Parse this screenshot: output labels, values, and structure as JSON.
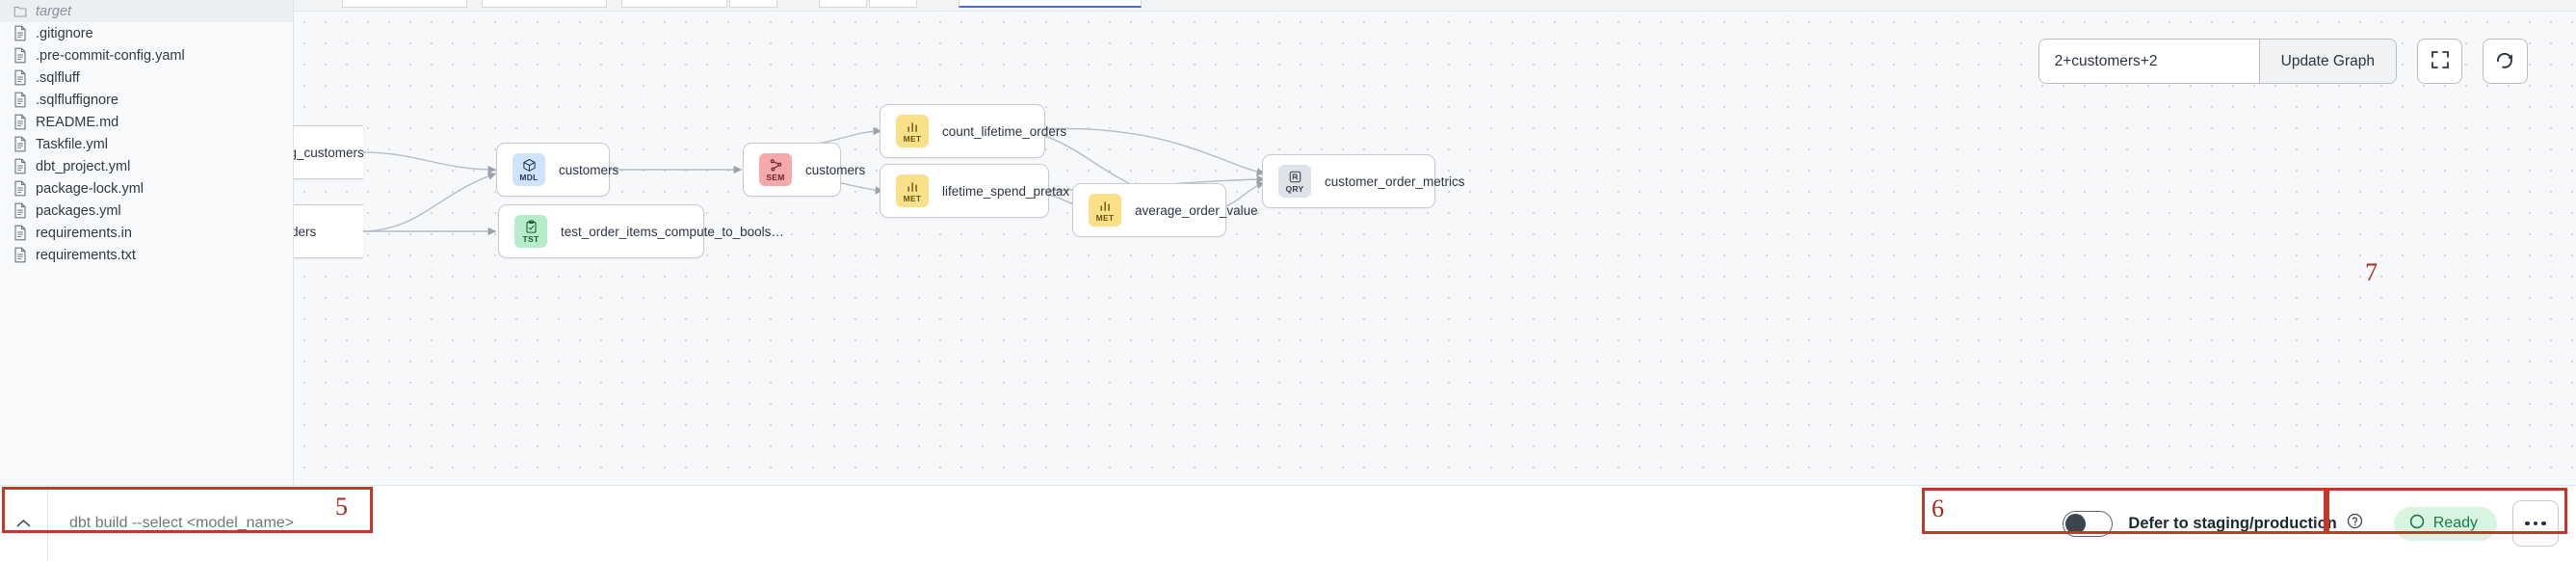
{
  "explorer": {
    "files": [
      {
        "label": "target",
        "icon": "folder-icon",
        "muted": true
      },
      {
        "label": ".gitignore",
        "icon": "file-icon",
        "muted": false
      },
      {
        "label": ".pre-commit-config.yaml",
        "icon": "file-icon",
        "muted": false
      },
      {
        "label": ".sqlfluff",
        "icon": "file-icon",
        "muted": false
      },
      {
        "label": ".sqlfluffignore",
        "icon": "file-icon",
        "muted": false
      },
      {
        "label": "README.md",
        "icon": "file-icon",
        "muted": false
      },
      {
        "label": "Taskfile.yml",
        "icon": "file-icon",
        "muted": false
      },
      {
        "label": "dbt_project.yml",
        "icon": "file-icon",
        "muted": false
      },
      {
        "label": "package-lock.yml",
        "icon": "file-icon",
        "muted": false
      },
      {
        "label": "packages.yml",
        "icon": "file-icon",
        "muted": false
      },
      {
        "label": "requirements.in",
        "icon": "file-icon",
        "muted": false
      },
      {
        "label": "requirements.txt",
        "icon": "file-icon",
        "muted": false
      }
    ]
  },
  "graph_toolbar": {
    "selector_value": "2+customers+2",
    "selector_placeholder": "2+customers+2",
    "update_label": "Update Graph",
    "fullscreen_icon": "fullscreen-icon",
    "refresh_icon": "refresh-icon"
  },
  "lineage": {
    "nodes": [
      {
        "id": "stg_customers",
        "label": "stg_customers",
        "type": "MDL",
        "clipped": true
      },
      {
        "id": "orders",
        "label": "orders",
        "type": "MDL",
        "clipped": true
      },
      {
        "id": "customers_mdl",
        "label": "customers",
        "type": "MDL",
        "clipped": false
      },
      {
        "id": "test_order_items",
        "label": "test_order_items_compute_to_bools…",
        "type": "TST",
        "clipped": false
      },
      {
        "id": "customers_sem",
        "label": "customers",
        "type": "SEM",
        "clipped": false
      },
      {
        "id": "count_lifetime_orders",
        "label": "count_lifetime_orders",
        "type": "MET",
        "clipped": false
      },
      {
        "id": "lifetime_spend_pretax",
        "label": "lifetime_spend_pretax",
        "type": "MET",
        "clipped": false
      },
      {
        "id": "average_order_value",
        "label": "average_order_value",
        "type": "MET",
        "clipped": false
      },
      {
        "id": "customer_order_metrics",
        "label": "customer_order_metrics",
        "type": "QRY",
        "clipped": false
      }
    ],
    "type_codes": {
      "MDL": "MDL",
      "SEM": "SEM",
      "TST": "TST",
      "MET": "MET",
      "QRY": "QRY"
    },
    "type_colors": {
      "MDL": "#cfe4fb",
      "SEM": "#f6a9ad",
      "TST": "#b6ecc9",
      "MET": "#fbe08a",
      "QRY": "#dfe2e6"
    }
  },
  "bottombar": {
    "caret_icon": "chevron-up-icon",
    "command_placeholder": "dbt build --select <model_name>",
    "command_value": "",
    "defer_label": "Defer to staging/production",
    "defer_help_icon": "help-circle-icon",
    "defer_enabled": false,
    "status_text": "Ready",
    "status_icon": "circle-icon",
    "status_color": "#1d7a42",
    "more_icon": "ellipsis-icon"
  },
  "annotations": [
    {
      "num": "5"
    },
    {
      "num": "6"
    },
    {
      "num": "7"
    }
  ]
}
